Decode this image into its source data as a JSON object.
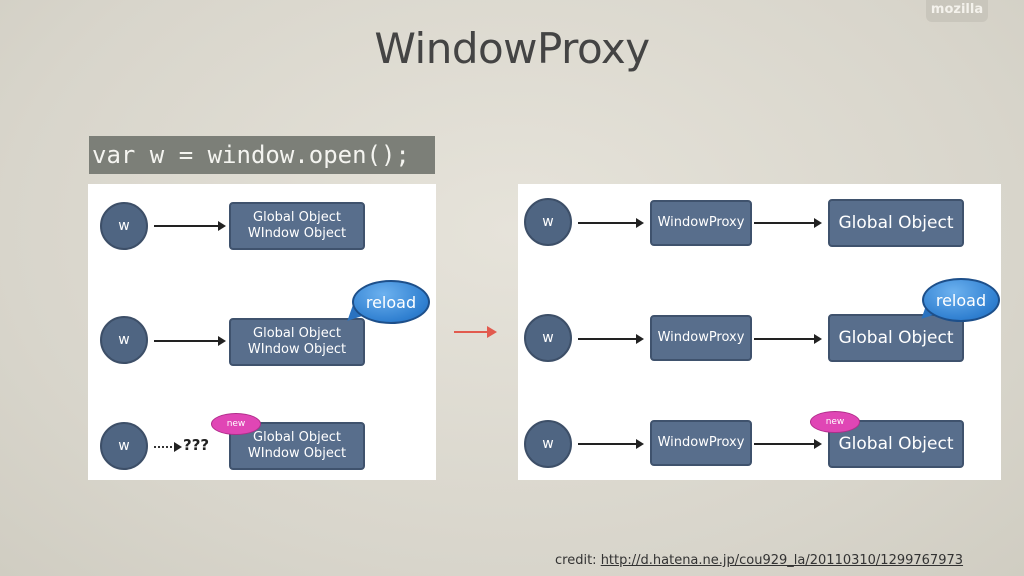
{
  "brand": "mozilla",
  "slide": {
    "title": "WindowProxy",
    "code": "var w = window.open();",
    "credit_label": "credit:",
    "credit_url": "http://d.hatena.ne.jp/cou929_la/20110310/1299767973"
  },
  "left_diagram": {
    "rows": [
      {
        "circle": "w",
        "box_line1": "Global Object",
        "box_line2": "WIndow Object"
      },
      {
        "circle": "w",
        "box_line1": "Global Object",
        "box_line2": "WIndow Object",
        "bubble": "reload"
      },
      {
        "circle": "w",
        "box_line1": "Global Object",
        "box_line2": "WIndow Object",
        "unknown": "???",
        "badge": "new"
      }
    ]
  },
  "right_diagram": {
    "rows": [
      {
        "circle": "w",
        "proxy": "WindowProxy",
        "global": "Global Object"
      },
      {
        "circle": "w",
        "proxy": "WindowProxy",
        "global": "Global Object",
        "bubble": "reload"
      },
      {
        "circle": "w",
        "proxy": "WindowProxy",
        "global": "Global Object",
        "badge": "new"
      }
    ]
  },
  "colors": {
    "node_fill": "#586e8c",
    "bubble_fill": "#2f7fd0",
    "badge_fill": "#e046b5",
    "transition_arrow": "#e25a4e"
  }
}
